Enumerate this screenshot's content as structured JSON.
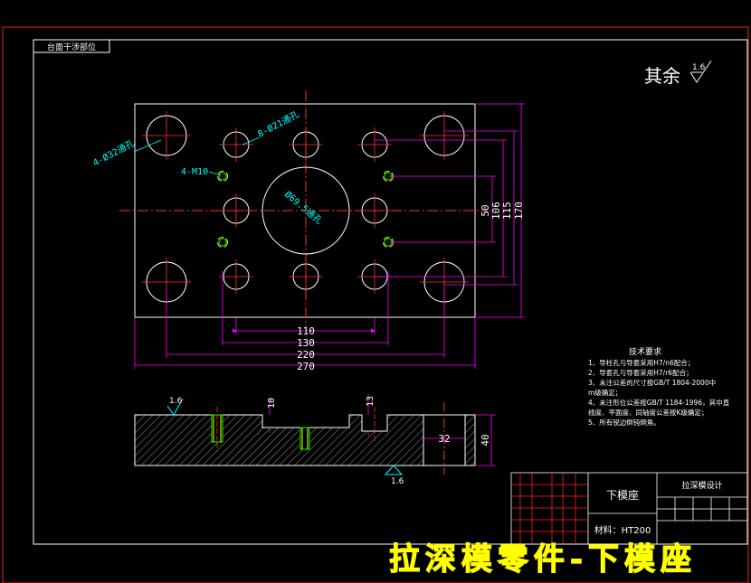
{
  "title_tag": "台面干涉部位",
  "surface_note": {
    "text": "其余",
    "value": "1.6"
  },
  "top_view": {
    "hole_labels": {
      "large": "4-Ø32通孔",
      "medium": "8-Ø21通孔",
      "thread": "4-M10",
      "center": "Ø69.5通孔"
    },
    "dims_h": [
      "110",
      "130",
      "220",
      "270"
    ],
    "dims_v": [
      "50",
      "106",
      "115",
      "170"
    ]
  },
  "section_view": {
    "roughness_top": "1.6",
    "roughness_bottom": "1.6",
    "dims": [
      "10",
      "13",
      "32",
      "40"
    ]
  },
  "tech_req": {
    "title": "技术要求",
    "items": [
      "1、导柱孔与导套采用H7/n6配合；",
      "2、导套孔与导套采用H7/r6配合；",
      "3、未注公差的尺寸按GB/T 1804-2000中",
      "   m级确定；",
      "4、未注形位公差按GB/T 1184-1996，其中直",
      "   线度、平面度、同轴度公差按K级确定；",
      "5、所有锐边倒钝倒角。"
    ]
  },
  "title_block": {
    "part_name": "下模座",
    "project": "拉深模设计",
    "material": "材料：HT200"
  },
  "banner": "拉深模零件-下模座",
  "colors": {
    "outline": "#ffffff",
    "frame": "#ff2020",
    "centerline": "#ff3030",
    "dimension": "#ff00ff",
    "label": "#00ffff",
    "thread": "#ffff00",
    "banner": "#ffff00"
  }
}
